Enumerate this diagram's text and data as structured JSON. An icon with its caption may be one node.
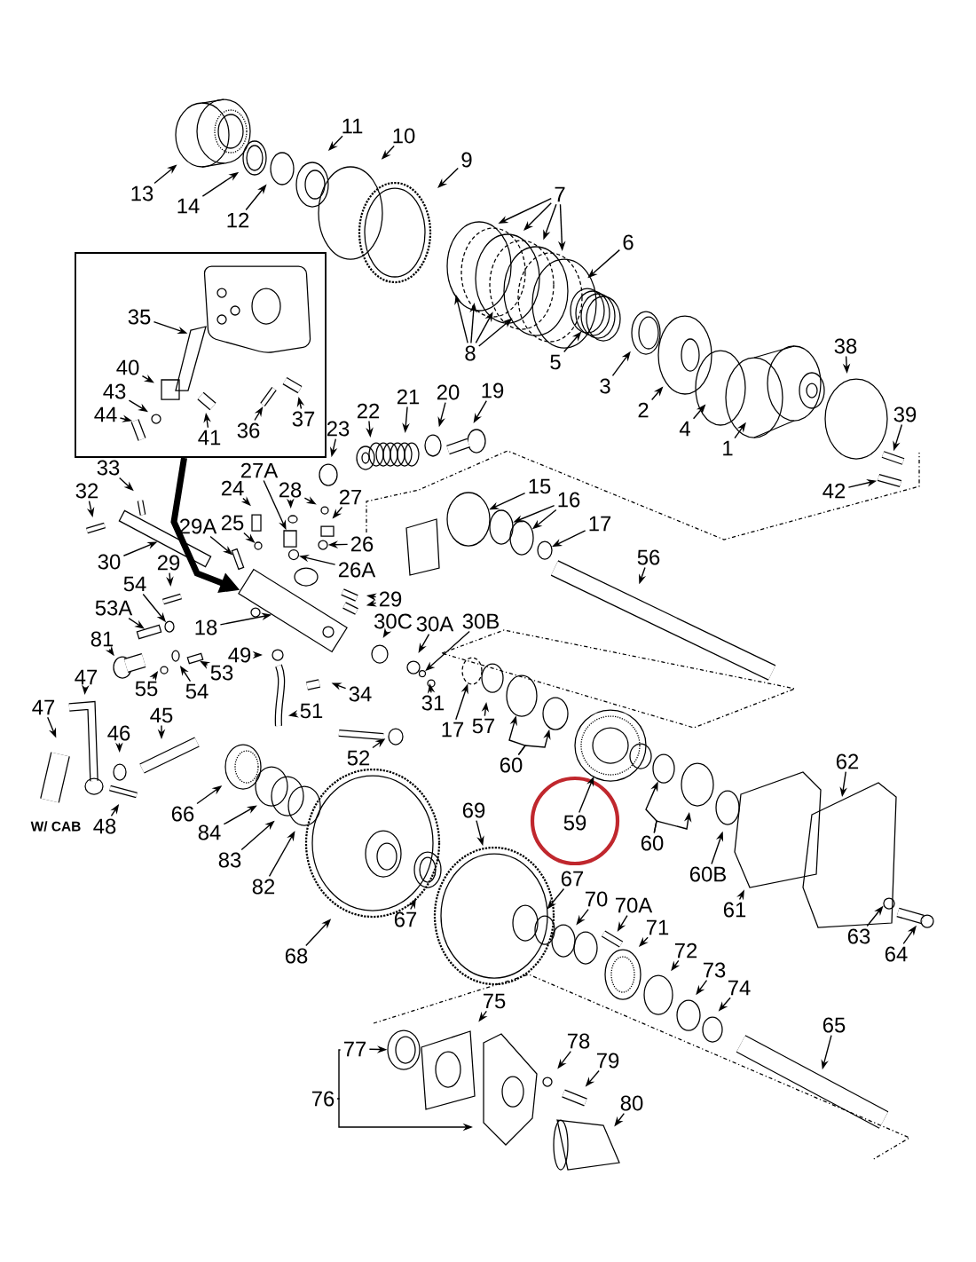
{
  "diagram": {
    "nodes": [
      {
        "text": [
          "11"
        ]
      },
      {
        "text": [
          "10"
        ]
      },
      {
        "text": [
          "9"
        ]
      },
      {
        "text": [
          "13"
        ]
      },
      {
        "text": [
          "7"
        ]
      },
      {
        "text": [
          "14"
        ]
      },
      {
        "text": [
          "12"
        ]
      },
      {
        "text": [
          "6"
        ]
      },
      {
        "text": [],
        "shape": "box"
      },
      {
        "text": [
          "35"
        ],
        "in": 8
      },
      {
        "text": [
          "40"
        ],
        "in": 8
      },
      {
        "text": [
          "43"
        ],
        "in": 8
      },
      {
        "text": [
          "44"
        ],
        "in": 8
      },
      {
        "text": [
          "37"
        ],
        "in": 8
      },
      {
        "text": [
          "36"
        ],
        "in": 8
      },
      {
        "text": [
          "41"
        ],
        "in": 8
      },
      {
        "text": [
          "8"
        ]
      },
      {
        "text": [
          "38"
        ]
      },
      {
        "text": [
          "5"
        ]
      },
      {
        "text": [
          "3"
        ]
      },
      {
        "text": [
          "19"
        ]
      },
      {
        "text": [
          "20"
        ]
      },
      {
        "text": [
          "21"
        ]
      },
      {
        "text": [
          "2"
        ]
      },
      {
        "text": [
          "22"
        ]
      },
      {
        "text": [
          "39"
        ]
      },
      {
        "text": [
          "4"
        ]
      },
      {
        "text": [
          "23"
        ]
      },
      {
        "text": [
          "1"
        ]
      },
      {
        "text": [
          "33"
        ]
      },
      {
        "text": [
          "27A"
        ]
      },
      {
        "text": [
          "15"
        ]
      },
      {
        "text": [
          "24"
        ]
      },
      {
        "text": [
          "28"
        ]
      },
      {
        "text": [
          "32"
        ]
      },
      {
        "text": [
          "42"
        ]
      },
      {
        "text": [
          "27"
        ]
      },
      {
        "text": [
          "16"
        ]
      },
      {
        "text": [
          "17"
        ]
      },
      {
        "text": [
          "29A"
        ]
      },
      {
        "text": [
          "25"
        ]
      },
      {
        "text": [
          "26"
        ]
      },
      {
        "text": [
          "56"
        ]
      },
      {
        "text": [
          "30"
        ]
      },
      {
        "text": [
          "29"
        ]
      },
      {
        "text": [
          "26A"
        ]
      },
      {
        "text": [
          "54"
        ]
      },
      {
        "text": [
          "29"
        ]
      },
      {
        "text": [
          "53A"
        ]
      },
      {
        "text": [
          "30C"
        ]
      },
      {
        "text": [
          "30A"
        ]
      },
      {
        "text": [
          "30B"
        ]
      },
      {
        "text": [
          "18"
        ]
      },
      {
        "text": [
          "81"
        ]
      },
      {
        "text": [
          "49"
        ]
      },
      {
        "text": [
          "55"
        ]
      },
      {
        "text": [
          "53"
        ]
      },
      {
        "text": [
          "47"
        ]
      },
      {
        "text": [
          "54"
        ]
      },
      {
        "text": [
          "34"
        ]
      },
      {
        "text": [
          "31"
        ]
      },
      {
        "text": [
          "47"
        ]
      },
      {
        "text": [
          "51"
        ]
      },
      {
        "text": [
          "17"
        ]
      },
      {
        "text": [
          "57"
        ]
      },
      {
        "text": [
          "46"
        ]
      },
      {
        "text": [
          "45"
        ]
      },
      {
        "text": [
          "52"
        ]
      },
      {
        "text": [
          "62"
        ]
      },
      {
        "text": [
          "60"
        ]
      },
      {
        "text": [
          "69"
        ]
      },
      {
        "text": [
          "66"
        ]
      },
      {
        "text": [
          "59"
        ]
      },
      {
        "text": [
          "48"
        ]
      },
      {
        "text": [
          "84"
        ]
      },
      {
        "text": [
          "60"
        ]
      },
      {
        "text": [
          "83"
        ]
      },
      {
        "text": [
          "60B"
        ]
      },
      {
        "text": [
          "67"
        ]
      },
      {
        "text": [
          "82"
        ]
      },
      {
        "text": [
          "70"
        ]
      },
      {
        "text": [
          "70A"
        ]
      },
      {
        "text": [
          "61"
        ]
      },
      {
        "text": [
          "67"
        ]
      },
      {
        "text": [
          "71"
        ]
      },
      {
        "text": [
          "63"
        ]
      },
      {
        "text": [
          "72"
        ]
      },
      {
        "text": [
          "64"
        ]
      },
      {
        "text": [
          "68"
        ]
      },
      {
        "text": [
          "73"
        ]
      },
      {
        "text": [
          "74"
        ]
      },
      {
        "text": [
          "75"
        ]
      },
      {
        "text": [
          "65"
        ]
      },
      {
        "text": [
          "78"
        ]
      },
      {
        "text": [
          "77"
        ]
      },
      {
        "text": [
          "79"
        ]
      },
      {
        "text": [
          "76"
        ]
      },
      {
        "text": [
          "80"
        ]
      },
      {
        "text": [],
        "shape": "spring"
      },
      {
        "text": [],
        "shape": "ring"
      },
      {
        "text": [],
        "shape": "ring"
      },
      {
        "text": [],
        "shape": "pin"
      },
      {
        "text": [],
        "shape": "ball"
      },
      {
        "text": [],
        "shape": "ball"
      },
      {
        "text": [],
        "shape": "bar"
      },
      {
        "text": [],
        "shape": "pin"
      },
      {
        "text": [],
        "shape": "ring"
      },
      {
        "text": [],
        "shape": "ring"
      },
      {
        "text": [],
        "shape": "ring"
      },
      {
        "text": [],
        "shape": "box"
      },
      {
        "text": [],
        "shape": "ring"
      },
      {
        "text": [],
        "shape": "ring"
      },
      {
        "text": [],
        "shape": "ball"
      },
      {
        "text": [],
        "shape": "ring"
      },
      {
        "text": [],
        "shape": "spring"
      },
      {
        "text": [],
        "shape": "ring"
      },
      {
        "text": [],
        "shape": "ring"
      }
    ],
    "edges": [
      {
        "from": 0,
        "to": null,
        "arrow": "to"
      },
      {
        "from": 1,
        "to": null,
        "arrow": "to"
      },
      {
        "from": 2,
        "to": null,
        "arrow": "to"
      },
      {
        "from": 3,
        "to": null,
        "arrow": "to"
      },
      {
        "from": 4,
        "to": null,
        "arrow": "to"
      },
      {
        "from": 4,
        "to": null,
        "arrow": "to"
      },
      {
        "from": 4,
        "to": null,
        "arrow": "to"
      },
      {
        "from": 4,
        "to": null,
        "arrow": "to"
      },
      {
        "from": 5,
        "to": null,
        "arrow": "to"
      },
      {
        "from": 6,
        "to": null,
        "arrow": "to"
      },
      {
        "from": 7,
        "to": null,
        "arrow": "to"
      },
      {
        "from": 8,
        "to": 109,
        "arrow": "to",
        "style": "thick"
      },
      {
        "from": 9,
        "to": null,
        "arrow": "to"
      },
      {
        "from": 10,
        "to": null,
        "arrow": "to"
      },
      {
        "from": 11,
        "to": null,
        "arrow": "to"
      },
      {
        "from": 12,
        "to": null,
        "arrow": "to"
      },
      {
        "from": 13,
        "to": null,
        "arrow": "to"
      },
      {
        "from": 14,
        "to": null,
        "arrow": "to"
      },
      {
        "from": 15,
        "to": null,
        "arrow": "to"
      },
      {
        "from": 16,
        "to": null,
        "arrow": "to"
      },
      {
        "from": 16,
        "to": null,
        "arrow": "to"
      },
      {
        "from": 16,
        "to": null,
        "arrow": "to"
      },
      {
        "from": 16,
        "to": null,
        "arrow": "to"
      },
      {
        "from": 17,
        "to": null,
        "arrow": "to"
      },
      {
        "from": 18,
        "to": null,
        "arrow": "to"
      },
      {
        "from": 19,
        "to": null,
        "arrow": "to"
      },
      {
        "from": 20,
        "to": null,
        "arrow": "to"
      },
      {
        "from": 21,
        "to": null,
        "arrow": "to"
      },
      {
        "from": 22,
        "to": null,
        "arrow": "to"
      },
      {
        "from": 23,
        "to": null,
        "arrow": "to"
      },
      {
        "from": 24,
        "to": null,
        "arrow": "to"
      },
      {
        "from": 25,
        "to": null,
        "arrow": "to"
      },
      {
        "from": 26,
        "to": null,
        "arrow": "to"
      },
      {
        "from": 27,
        "to": null,
        "arrow": "to"
      },
      {
        "from": 28,
        "to": null,
        "arrow": "to"
      },
      {
        "from": 29,
        "to": null,
        "arrow": "to"
      },
      {
        "from": 30,
        "to": 98,
        "arrow": "to"
      },
      {
        "from": 31,
        "to": 110,
        "arrow": "to"
      },
      {
        "from": 32,
        "to": null,
        "arrow": "to"
      },
      {
        "from": 33,
        "to": null,
        "arrow": "to"
      },
      {
        "from": 33,
        "to": null,
        "arrow": "to"
      },
      {
        "from": 34,
        "to": null,
        "arrow": "to"
      },
      {
        "from": 35,
        "to": null,
        "arrow": "to"
      },
      {
        "from": 36,
        "to": null,
        "arrow": "to"
      },
      {
        "from": 37,
        "to": 99,
        "arrow": "to"
      },
      {
        "from": 37,
        "to": 100,
        "arrow": "to"
      },
      {
        "from": 38,
        "to": 111,
        "arrow": "to"
      },
      {
        "from": 39,
        "to": 101,
        "arrow": "to"
      },
      {
        "from": 40,
        "to": 102,
        "arrow": "to"
      },
      {
        "from": 41,
        "to": 112,
        "arrow": "to"
      },
      {
        "from": 42,
        "to": null,
        "arrow": "to"
      },
      {
        "from": 43,
        "to": 104,
        "arrow": "to"
      },
      {
        "from": 44,
        "to": null,
        "arrow": "to"
      },
      {
        "from": 45,
        "to": 103,
        "arrow": "to"
      },
      {
        "from": 46,
        "to": 113,
        "arrow": "to"
      },
      {
        "from": 47,
        "to": null,
        "arrow": "to"
      },
      {
        "from": 47,
        "to": null,
        "arrow": "to"
      },
      {
        "from": 48,
        "to": 105,
        "arrow": "to"
      },
      {
        "from": 49,
        "to": null,
        "arrow": "to"
      },
      {
        "from": 50,
        "to": null,
        "arrow": "to"
      },
      {
        "from": 51,
        "to": 106,
        "arrow": "to"
      },
      {
        "from": 52,
        "to": 109,
        "arrow": "to"
      },
      {
        "from": 53,
        "to": null,
        "arrow": "to"
      },
      {
        "from": 54,
        "to": null,
        "arrow": "to"
      },
      {
        "from": 55,
        "to": null,
        "arrow": "to"
      },
      {
        "from": 56,
        "to": 114,
        "arrow": "to"
      },
      {
        "from": 57,
        "to": null,
        "arrow": "to"
      },
      {
        "from": 58,
        "to": null,
        "arrow": "to"
      },
      {
        "from": 59,
        "to": null,
        "arrow": "to"
      },
      {
        "from": 60,
        "to": null,
        "arrow": "to"
      },
      {
        "from": 61,
        "to": null,
        "arrow": "to"
      },
      {
        "from": 62,
        "to": null,
        "arrow": "to"
      },
      {
        "from": 63,
        "to": 107,
        "arrow": "to"
      },
      {
        "from": 64,
        "to": null,
        "arrow": "to"
      },
      {
        "from": 65,
        "to": null,
        "arrow": "to"
      },
      {
        "from": 66,
        "to": null,
        "arrow": "to"
      },
      {
        "from": 67,
        "to": null,
        "arrow": "to"
      },
      {
        "from": 68,
        "to": null,
        "arrow": "to"
      },
      {
        "from": 69,
        "to": 108,
        "arrow": "to"
      },
      {
        "from": 69,
        "to": null,
        "arrow": "to"
      },
      {
        "from": 70,
        "to": null,
        "arrow": "to"
      },
      {
        "from": 71,
        "to": null,
        "arrow": "to"
      },
      {
        "from": 72,
        "to": null,
        "arrow": "to"
      },
      {
        "from": 73,
        "to": null,
        "arrow": "to"
      },
      {
        "from": 74,
        "to": null,
        "arrow": "to"
      },
      {
        "from": 75,
        "to": 115,
        "arrow": "to"
      },
      {
        "from": 75,
        "to": null,
        "arrow": "to"
      },
      {
        "from": 76,
        "to": null,
        "arrow": "to"
      },
      {
        "from": 77,
        "to": null,
        "arrow": "to"
      },
      {
        "from": 78,
        "to": null,
        "arrow": "to"
      },
      {
        "from": 79,
        "to": null,
        "arrow": "to"
      },
      {
        "from": 80,
        "to": null,
        "arrow": "to"
      },
      {
        "from": 81,
        "to": null,
        "arrow": "to"
      },
      {
        "from": 82,
        "to": null,
        "arrow": "to"
      },
      {
        "from": 83,
        "to": null,
        "arrow": "to"
      },
      {
        "from": 84,
        "to": null,
        "arrow": "to"
      },
      {
        "from": 85,
        "to": null,
        "arrow": "to"
      },
      {
        "from": 86,
        "to": null,
        "arrow": "to"
      },
      {
        "from": 87,
        "to": null,
        "arrow": "to"
      },
      {
        "from": 88,
        "to": null,
        "arrow": "to"
      },
      {
        "from": 89,
        "to": null,
        "arrow": "to"
      },
      {
        "from": 90,
        "to": null,
        "arrow": "to"
      },
      {
        "from": 91,
        "to": null,
        "arrow": "to"
      },
      {
        "from": 92,
        "to": null,
        "arrow": "to"
      },
      {
        "from": 93,
        "to": null,
        "arrow": "to"
      },
      {
        "from": 94,
        "to": 116,
        "arrow": "to"
      },
      {
        "from": 95,
        "to": null,
        "arrow": "to"
      },
      {
        "from": 96,
        "to": 94,
        "arrow": "none"
      },
      {
        "from": 96,
        "to": null,
        "arrow": "to"
      },
      {
        "from": 97,
        "to": null,
        "arrow": "to"
      }
    ],
    "labels": [
      "W/ CAB"
    ]
  }
}
